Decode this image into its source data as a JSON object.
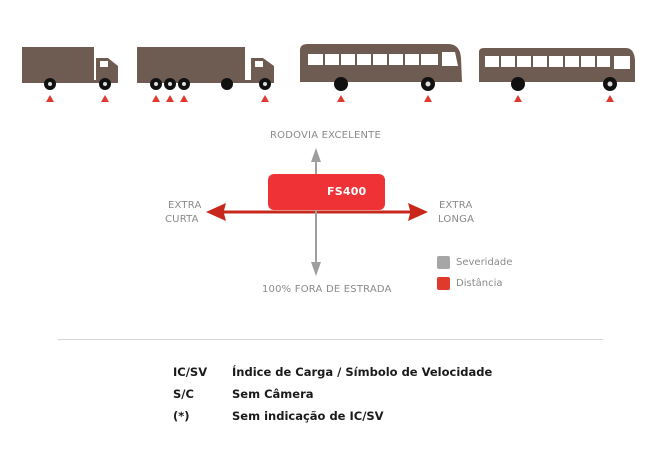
{
  "diagram": {
    "product": "FS400",
    "top_label": "RODOVIA EXCELENTE",
    "bottom_label": "100% FORA DE ESTRADA",
    "left_label": [
      "EXTRA",
      "CURTA"
    ],
    "right_label": [
      "EXTRA",
      "LONGA"
    ],
    "legend": [
      {
        "label": "Severidade",
        "color": "#a6a6a6"
      },
      {
        "label": "Distância",
        "color": "#e03a2f"
      }
    ]
  },
  "vehicles": [
    {
      "name": "truck-2-axle",
      "icon": "rigid-truck-icon"
    },
    {
      "name": "truck-4-axle",
      "icon": "heavy-truck-icon"
    },
    {
      "name": "coach-bus",
      "icon": "coach-bus-icon"
    },
    {
      "name": "city-bus",
      "icon": "city-bus-icon"
    }
  ],
  "glossary": [
    {
      "term": "IC/SV",
      "definition": "Índice de Carga / Símbolo de Velocidade"
    },
    {
      "term": "S/C",
      "definition": "Sem Câmera"
    },
    {
      "term": "(*)",
      "definition": "Sem indicação de IC/SV"
    }
  ],
  "colors": {
    "vehicle": "#6e5b52",
    "accent_red": "#e03a2f",
    "box_red": "#ee3235",
    "arrow_grey": "#9e9e9e"
  }
}
